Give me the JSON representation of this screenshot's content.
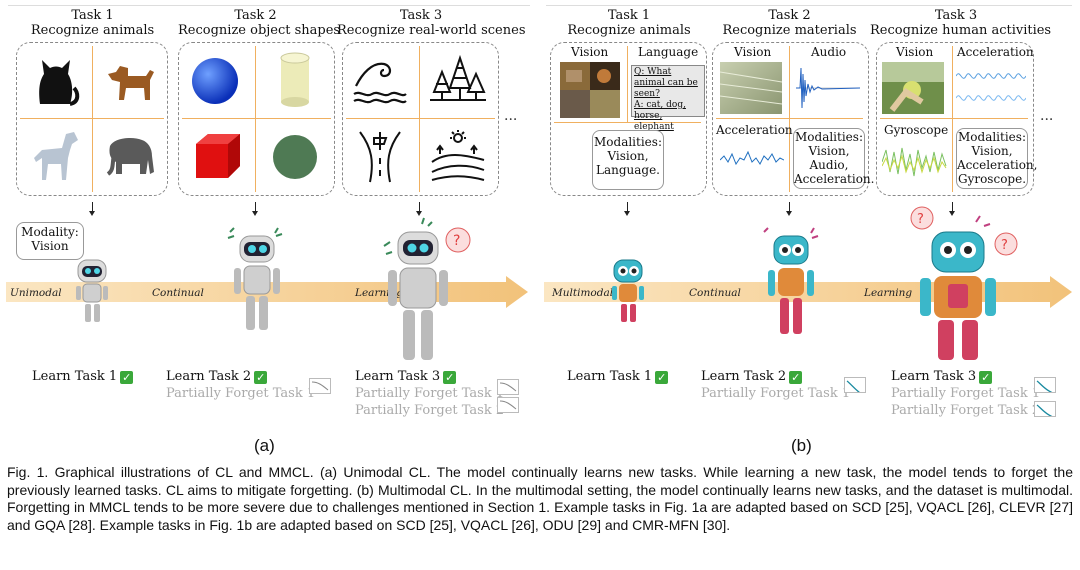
{
  "panel_a": {
    "tasks": [
      {
        "title": "Task 1",
        "subtitle": "Recognize animals"
      },
      {
        "title": "Task 2",
        "subtitle": "Recognize object shapes"
      },
      {
        "title": "Task 3",
        "subtitle": "Recognize real-world scenes"
      }
    ],
    "modality_box": "Modality:\nVision",
    "band": {
      "left": "Unimodal",
      "mid": "Continual",
      "right": "Learning"
    },
    "learn": [
      {
        "text": "Learn Task 1"
      },
      {
        "text": "Learn Task 2",
        "forget": [
          "Partially Forget Task 1"
        ]
      },
      {
        "text": "Learn Task 3",
        "forget": [
          "Partially Forget Task 1",
          "Partially Forget Task 2"
        ]
      }
    ],
    "label": "(a)"
  },
  "panel_b": {
    "tasks": [
      {
        "title": "Task 1",
        "subtitle": "Recognize animals"
      },
      {
        "title": "Task 2",
        "subtitle": "Recognize materials"
      },
      {
        "title": "Task 3",
        "subtitle": "Recognize human activities"
      }
    ],
    "task1": {
      "vision": "Vision",
      "language": "Language",
      "qa": "Q: What animal can be seen?\nA: cat, dog, horse, elephant",
      "modalities": "Modalities:\nVision,\nLanguage."
    },
    "task2": {
      "vision": "Vision",
      "audio": "Audio",
      "acceleration": "Acceleration",
      "modalities": "Modalities:\nVision,\nAudio,\nAcceleration."
    },
    "task3": {
      "vision": "Vision",
      "acceleration": "Acceleration",
      "gyroscope": "Gyroscope",
      "modalities": "Modalities:\nVision,\nAcceleration,\nGyroscope."
    },
    "band": {
      "left": "Multimodal",
      "mid": "Continual",
      "right": "Learning"
    },
    "learn": [
      {
        "text": "Learn Task 1"
      },
      {
        "text": "Learn Task 2",
        "forget": [
          "Partially Forget Task 1"
        ]
      },
      {
        "text": "Learn Task 3",
        "forget": [
          "Partially Forget Task 1",
          "Partially Forget Task 2"
        ]
      }
    ],
    "label": "(b)"
  },
  "ellipsis": "...",
  "check_glyph": "✓",
  "caption": "Fig. 1. Graphical illustrations of CL and MMCL. (a) Unimodal CL. The model continually learns new tasks. While learning a new task, the model tends to forget the previously learned tasks. CL aims to mitigate forgetting. (b) Multimodal CL. In the multimodal setting, the model continually learns new tasks, and the dataset is multimodal. Forgetting in MMCL tends to be more severe due to challenges mentioned in Section 1. Example tasks in Fig. 1a are adapted based on SCD [25], VQACL [26], CLEVR [27] and GQA [28]. Example tasks in Fig. 1b are adapted based on SCD [25], VQACL [26], ODU [29] and CMR-MFN [30].",
  "colors": {
    "band": "#f2c27a",
    "check": "#3aa83a",
    "grid_line": "#f0b060",
    "robot_a": "#c9c9c9",
    "robot_b": "#3bb7c9"
  }
}
